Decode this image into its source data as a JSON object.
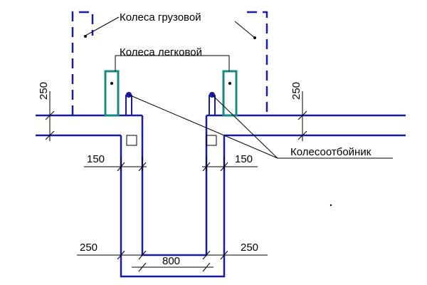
{
  "labels": {
    "truck_wheels": "Колеса грузовой",
    "car_wheels": "Колеса легковой",
    "wheel_stop": "Колесоотбойник"
  },
  "dimensions": {
    "slab_left": "250",
    "slab_right": "250",
    "curb_left": "150",
    "curb_right": "150",
    "wall_left": "250",
    "wall_right": "250",
    "pit_width": "800"
  },
  "colors": {
    "structure": "#1a1aa8",
    "car_wheel": "#178a82",
    "leaders": "#000000"
  }
}
